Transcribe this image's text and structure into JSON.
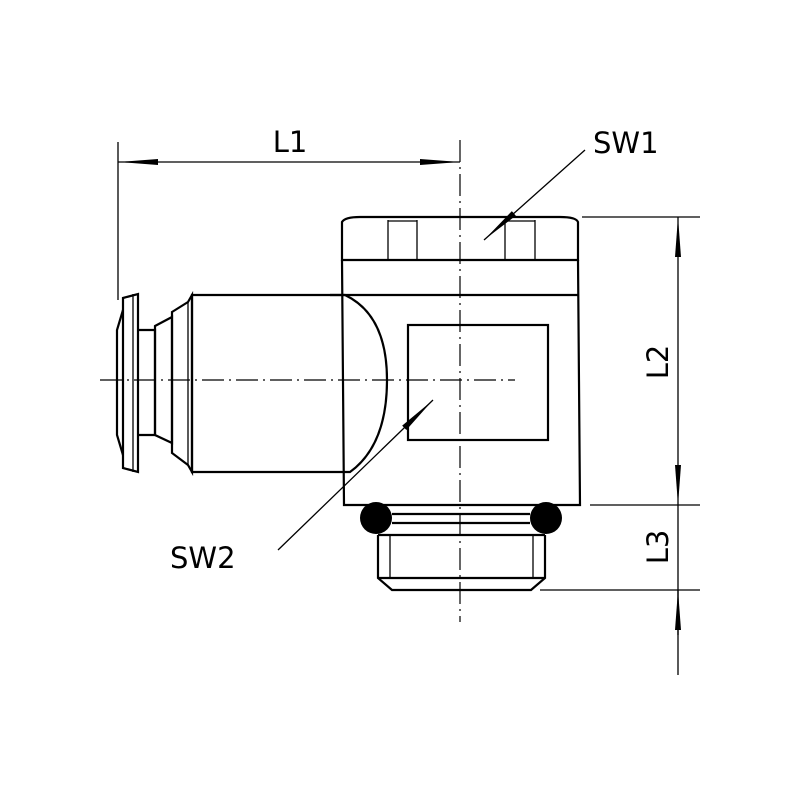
{
  "labels": {
    "l1": "L1",
    "l2": "L2",
    "l3": "L3",
    "sw1": "SW1",
    "sw2": "SW2"
  },
  "colors": {
    "line": "#000000",
    "background": "#ffffff"
  }
}
